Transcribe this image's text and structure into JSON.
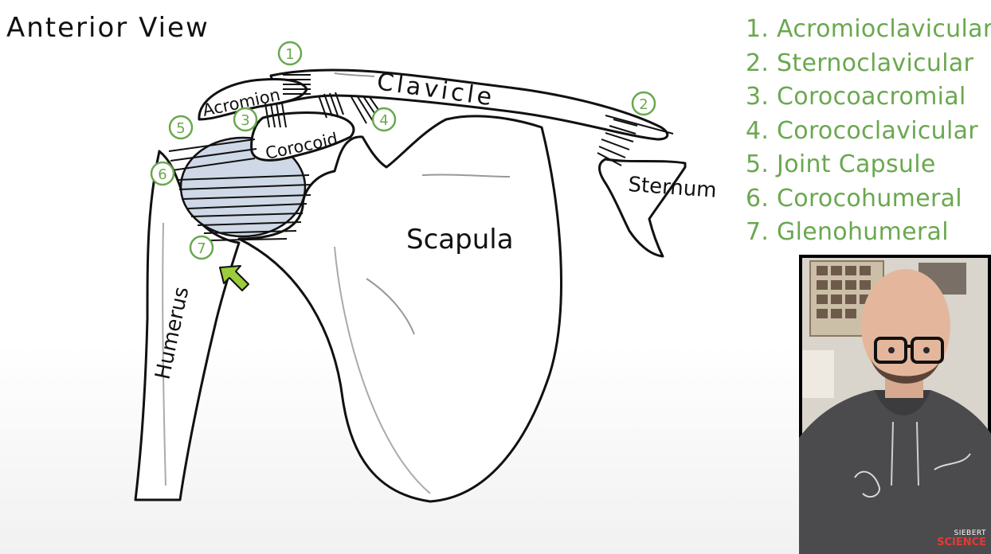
{
  "title": "Anterior View",
  "bone_labels": {
    "acromion": "Acromion",
    "clavicle": "Clavicle",
    "corocoid": "Corocoid",
    "sternum": "Sternum",
    "scapula": "Scapula",
    "humerus": "Humerus"
  },
  "markers": [
    "1",
    "2",
    "3",
    "4",
    "5",
    "6",
    "7"
  ],
  "legend": [
    "1. Acromioclavicular",
    "2. Sternoclavicular",
    "3. Corocoacromial",
    "4. Corococlavicular",
    "5. Joint Capsule",
    "6. Corocohumeral",
    "7. Glenohumeral"
  ],
  "brand": {
    "small": "SIEBERT",
    "large": "SCIENCE"
  },
  "colors": {
    "ink": "#111111",
    "legend_green": "#6aa84f",
    "marker_green": "#6aa84f",
    "arrow_fill": "#9ccc3c",
    "capsule_fill": "#cfd8e6"
  },
  "icons": {
    "pointer": "arrow-icon"
  }
}
